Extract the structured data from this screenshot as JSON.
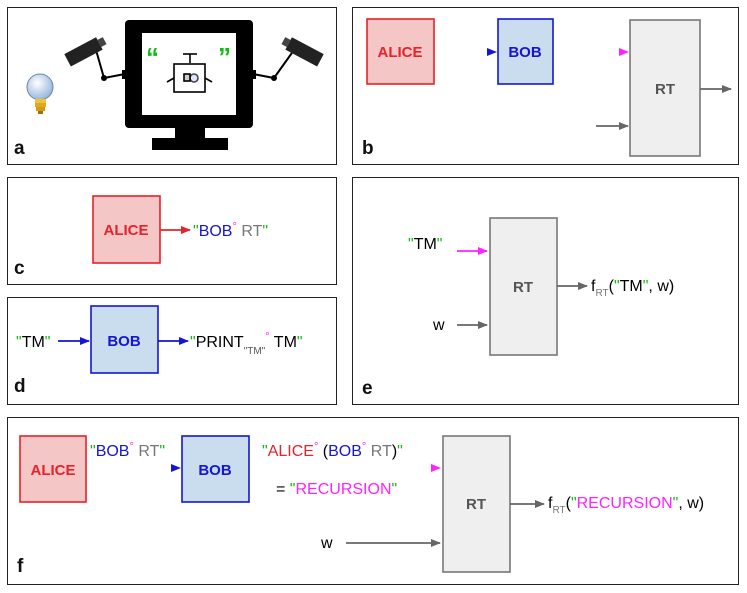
{
  "panels": {
    "a": {
      "label": "a",
      "quote_open": "“",
      "quote_close": "”"
    },
    "b": {
      "label": "b",
      "alice": "ALICE",
      "bob": "BOB",
      "rt": "RT"
    },
    "c": {
      "label": "c",
      "alice": "ALICE",
      "q1": "\"",
      "bob": "BOB",
      "circ": "°",
      "rt": " RT",
      "q2": "\""
    },
    "d": {
      "label": "d",
      "input_q1": "\"",
      "input_tm": "TM",
      "input_q2": "\"",
      "bob": "BOB",
      "out_q1": "\"",
      "out_print": "PRINT",
      "out_sub": "\"TM\"",
      "out_circ": "°",
      "out_tm": " TM",
      "out_q2": "\""
    },
    "e": {
      "label": "e",
      "in_q1": "\"",
      "in_tm": "TM",
      "in_q2": "\"",
      "in_w": "w",
      "rt": "RT",
      "out_f": "f",
      "out_sub": "RT",
      "out_open": "(",
      "out_q1": "\"",
      "out_tm": "TM",
      "out_q2": "\"",
      "out_rest": ", w)"
    },
    "f": {
      "label": "f",
      "alice": "ALICE",
      "bob": "BOB",
      "rt": "RT",
      "in_w": "w",
      "a_q1": "\"",
      "a_bob": "BOB",
      "a_circ": "°",
      "a_rt": " RT",
      "a_q2": "\"",
      "b_q1": "\"",
      "b_alice": "ALICE",
      "b_circ": "°",
      "b_open": " (",
      "b_bob": "BOB",
      "b_circ2": "°",
      "b_rt": " RT",
      "b_close": ")",
      "b_q2": "\"",
      "eq": "= ",
      "eq_q1": "\"",
      "eq_rec": "RECURSION",
      "eq_q2": "\"",
      "out_f": "f",
      "out_sub": "RT",
      "out_open": "(",
      "out_q1": "\"",
      "out_rec": "RECURSION",
      "out_q2": "\"",
      "out_rest": ", w)"
    }
  },
  "colors": {
    "alice": "#e8222a",
    "alice_fill": "#f4c6c6",
    "bob": "#1515d6",
    "bob_fill": "#c9ddef",
    "rt_fill": "#efefef",
    "rt_stroke": "#777777",
    "magenta": "#ff22ff",
    "green": "#11bb11"
  }
}
